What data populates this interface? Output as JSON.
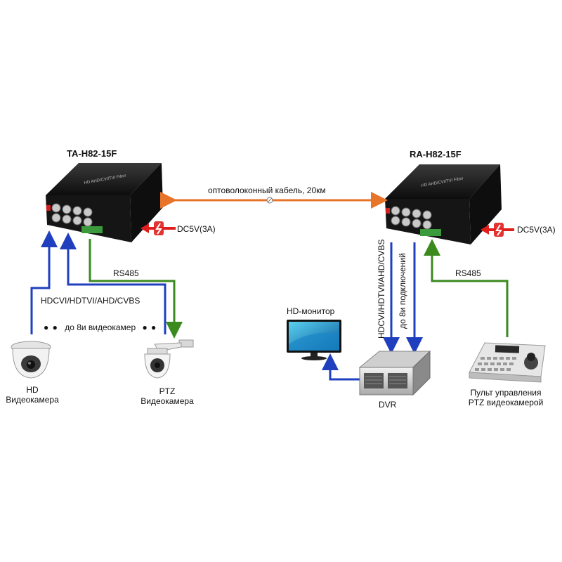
{
  "devices": {
    "transmitter": {
      "name": "TA-H82-15F",
      "panel_text": "HD AHD/CVI/TVI Fiber"
    },
    "receiver": {
      "name": "RA-H82-15F",
      "panel_text": "HD AHD/CVI/TVI Fiber"
    }
  },
  "fiber": {
    "label": "оптоволоконный кабель, 20км"
  },
  "power": {
    "left_label": "DC5V(3A)",
    "right_label": "DC5V(3A)"
  },
  "left_side": {
    "video_label": "HDCVI/HDTVI/AHD/CVBS",
    "count_label": "до 8и видеокамер",
    "rs485_label": "RS485",
    "hd_camera_line1": "HD",
    "hd_camera_line2": "Видеокамера",
    "ptz_camera_line1": "PTZ",
    "ptz_camera_line2": "Видеокамера"
  },
  "right_side": {
    "video_label": "HDCVI/HDTVI/AHD/CVBS",
    "count_label": "до 8и подключений",
    "rs485_label": "RS485",
    "monitor_label": "HD-монитор",
    "dvr_label": "DVR",
    "keyboard_line1": "Пульт управления",
    "keyboard_line2": "PTZ видеокамерой"
  },
  "colors": {
    "video_line": "#1f3fbf",
    "rs485_line": "#3a8a1e",
    "fiber_line": "#e8742a",
    "power_arrow": "#e01e1e",
    "device_body": "#1a1a1a"
  }
}
